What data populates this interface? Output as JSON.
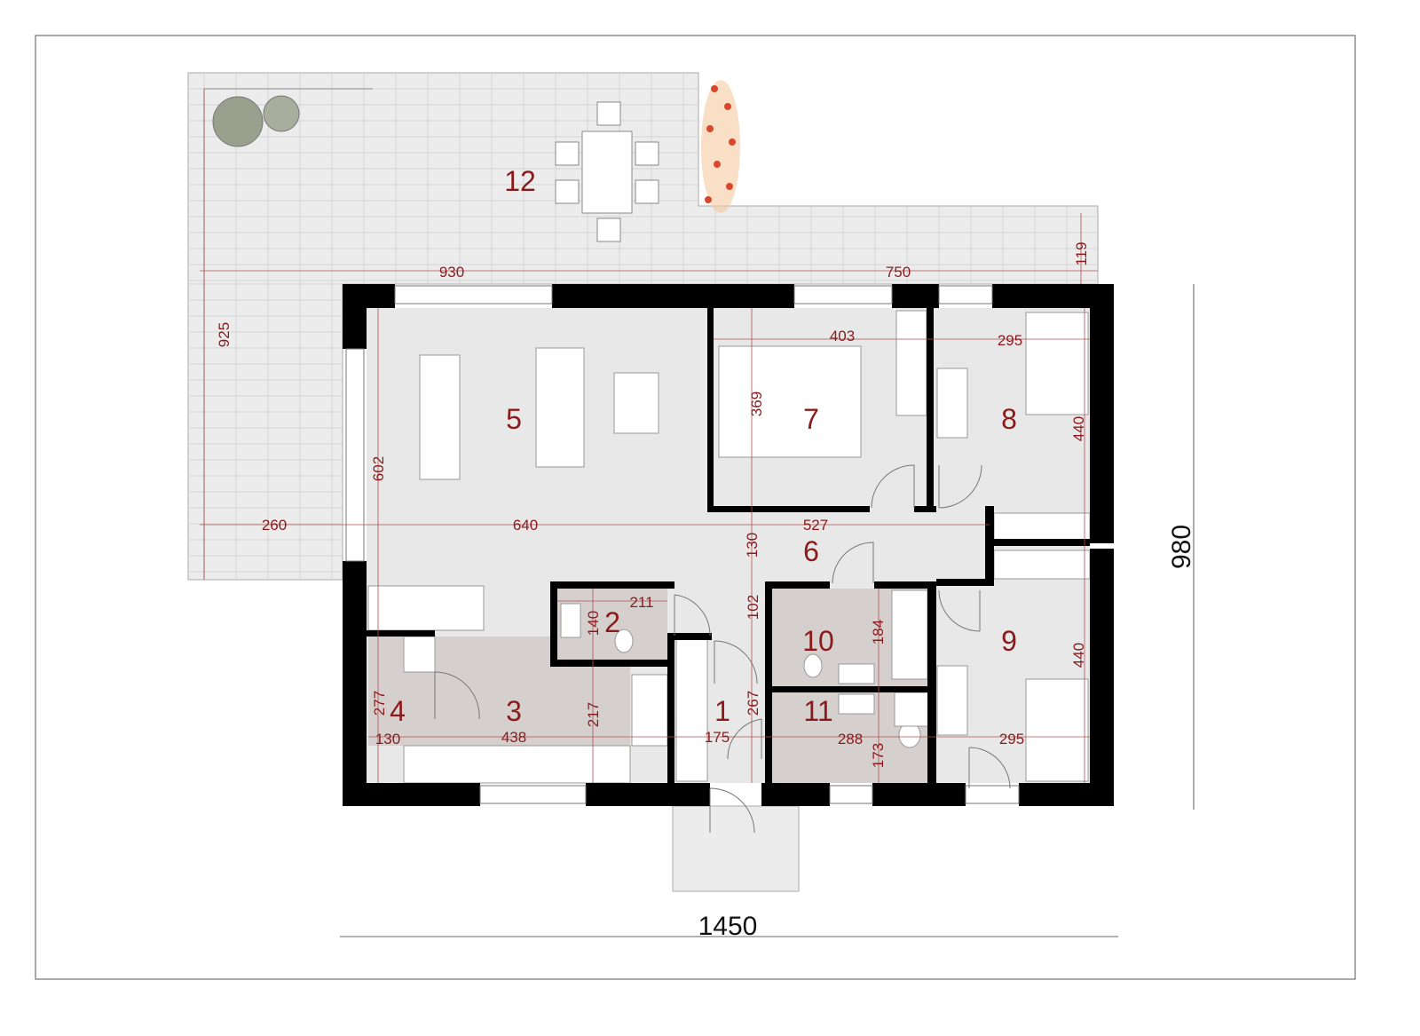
{
  "plan": {
    "rooms": [
      "1",
      "2",
      "3",
      "4",
      "5",
      "6",
      "7",
      "8",
      "9",
      "10",
      "11",
      "12"
    ],
    "dimensions": {
      "terrace_w1": "930",
      "terrace_w2": "750",
      "terrace_depth": "119",
      "terrace_h": "925",
      "terrace_side": "260",
      "living_w": "640",
      "living_h": "602",
      "hall_w": "527",
      "hall_h": "130",
      "r7_w": "403",
      "r7_h": "369",
      "r8_w": "295",
      "r8_h": "440",
      "r9_w": "295",
      "r9_h": "440",
      "r2_w": "211",
      "r2_h": "140",
      "r3_w": "438",
      "r3_h": "217",
      "r4_w": "130",
      "r4_h": "277",
      "r1_w": "175",
      "r1_h": "267",
      "r1_top": "102",
      "r10_h": "184",
      "r11_w": "288",
      "r11_h": "173",
      "total_w": "1450",
      "total_h": "980"
    },
    "colors": {
      "label": "#8b1a1a",
      "wall": "#000000",
      "floor": "#e8e8e8",
      "wet": "#d5d0ce"
    }
  }
}
